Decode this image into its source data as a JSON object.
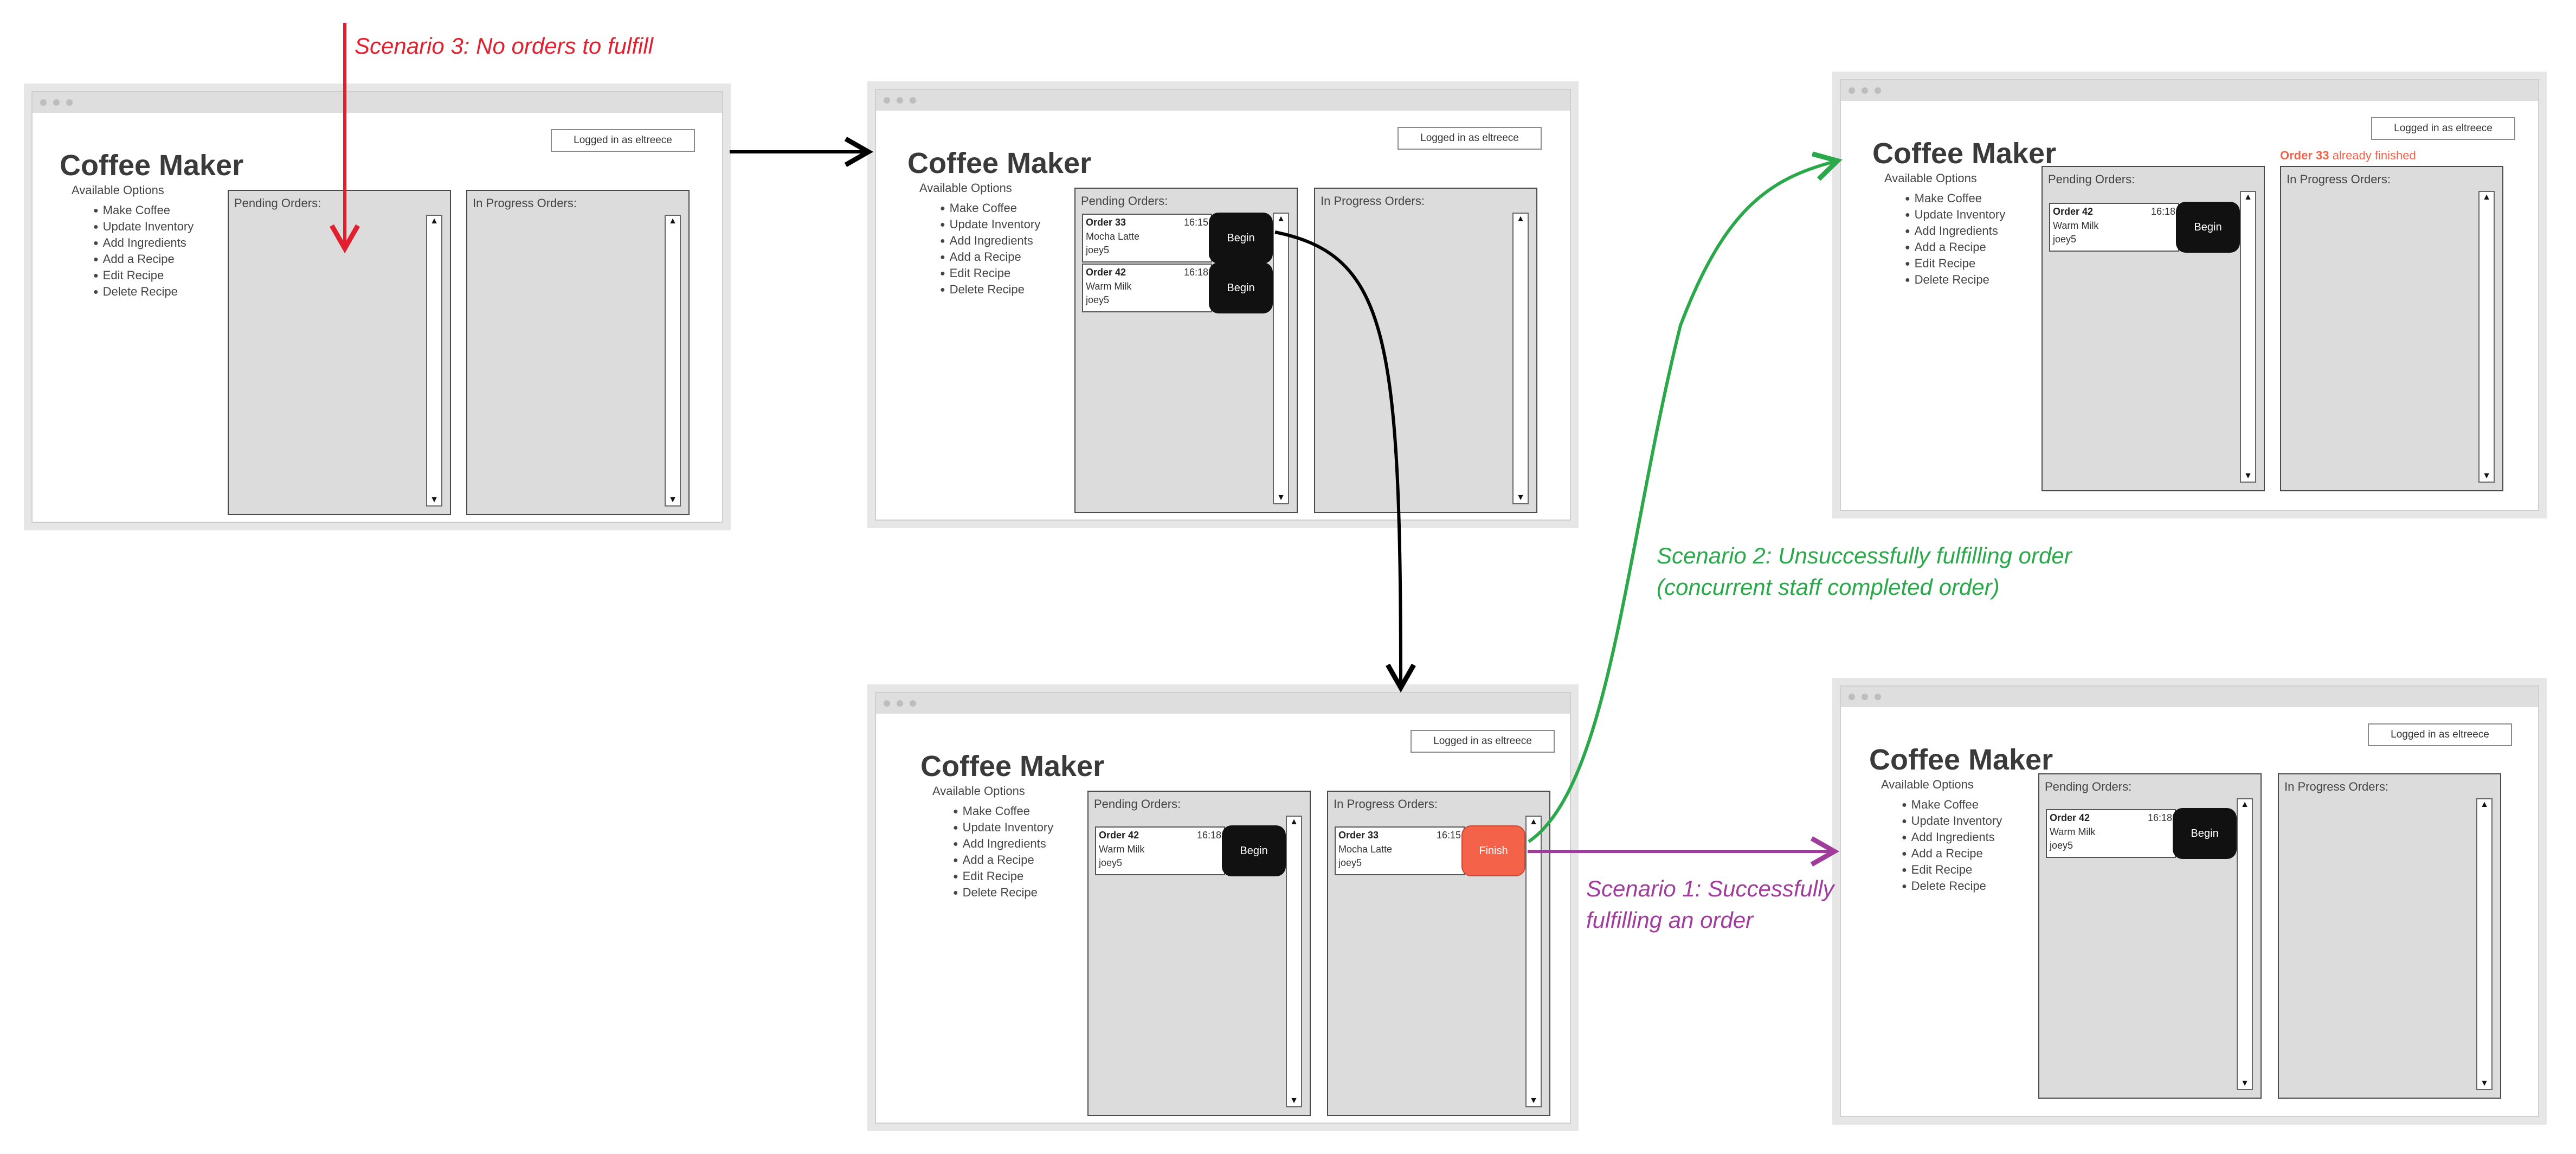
{
  "screens": {
    "s1": {
      "login": "Logged in as eltreece",
      "title": "Coffee Maker",
      "options_label": "Available Options",
      "menu": [
        "Make Coffee",
        "Update Inventory",
        "Add Ingredients",
        "Add a Recipe",
        "Edit Recipe",
        "Delete Recipe"
      ],
      "pending_title": "Pending Orders:",
      "inprogress_title": "In Progress Orders:"
    },
    "s2": {
      "login": "Logged in as eltreece",
      "title": "Coffee Maker",
      "options_label": "Available Options",
      "menu": [
        "Make Coffee",
        "Update Inventory",
        "Add Ingredients",
        "Add a Recipe",
        "Edit Recipe",
        "Delete Recipe"
      ],
      "pending_title": "Pending Orders:",
      "inprogress_title": "In Progress Orders:",
      "pending_orders": [
        {
          "id": "Order 33",
          "time": "16:15",
          "drink": "Mocha Latte",
          "user": "joey5",
          "button": "Begin"
        },
        {
          "id": "Order 42",
          "time": "16:18",
          "drink": "Warm Milk",
          "user": "joey5",
          "button": "Begin"
        }
      ]
    },
    "s3": {
      "login": "Logged in as eltreece",
      "title": "Coffee Maker",
      "options_label": "Available Options",
      "menu": [
        "Make Coffee",
        "Update Inventory",
        "Add Ingredients",
        "Add a Recipe",
        "Edit Recipe",
        "Delete Recipe"
      ],
      "pending_title": "Pending Orders:",
      "inprogress_title": "In Progress Orders:",
      "pending_orders": [
        {
          "id": "Order 42",
          "time": "16:18",
          "drink": "Warm Milk",
          "user": "joey5",
          "button": "Begin"
        }
      ],
      "inprogress_orders": [
        {
          "id": "Order 33",
          "time": "16:15",
          "drink": "Mocha Latte",
          "user": "joey5",
          "button": "Finish"
        }
      ]
    },
    "s4": {
      "login": "Logged in as eltreece",
      "title": "Coffee Maker",
      "options_label": "Available Options",
      "menu": [
        "Make Coffee",
        "Update Inventory",
        "Add Ingredients",
        "Add a Recipe",
        "Edit Recipe",
        "Delete Recipe"
      ],
      "pending_title": "Pending Orders:",
      "inprogress_title": "In Progress Orders:",
      "message_order": "Order 33",
      "message_rest": "already finished",
      "pending_orders": [
        {
          "id": "Order 42",
          "time": "16:18",
          "drink": "Warm Milk",
          "user": "joey5",
          "button": "Begin"
        }
      ]
    },
    "s5": {
      "login": "Logged in as eltreece",
      "title": "Coffee Maker",
      "options_label": "Available Options",
      "menu": [
        "Make Coffee",
        "Update Inventory",
        "Add Ingredients",
        "Add a Recipe",
        "Edit Recipe",
        "Delete Recipe"
      ],
      "pending_title": "Pending Orders:",
      "inprogress_title": "In Progress Orders:",
      "pending_orders": [
        {
          "id": "Order 42",
          "time": "16:18",
          "drink": "Warm Milk",
          "user": "joey5",
          "button": "Begin"
        }
      ]
    }
  },
  "scroll_up": "▲",
  "scroll_down": "▼",
  "annotations": {
    "scenario3": "Scenario 3: No orders to fulfill",
    "scenario2_line1": "Scenario 2: Unsuccessfully fulfilling order",
    "scenario2_line2": "(concurrent staff completed order)",
    "scenario1_line1": "Scenario 1: Successfully",
    "scenario1_line2": "fulfilling an order"
  },
  "colors": {
    "scenario3": "#e0202e",
    "scenario2": "#2aa84a",
    "scenario1": "#a03d9c",
    "error": "#f4624a",
    "begin": "#111111",
    "finish": "#f4624a"
  }
}
